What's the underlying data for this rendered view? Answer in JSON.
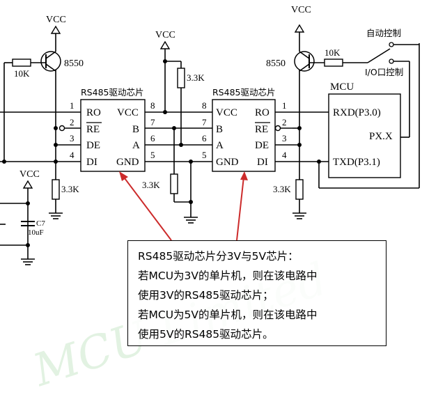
{
  "labels": {
    "vcc": "VCC",
    "transistor": "8550",
    "r10k": "10K",
    "r33k": "3.3K",
    "chip": "RS485驱动芯片",
    "mcu": "MCU",
    "auto": "自动控制",
    "io": "I/O口控制",
    "cap": "C7",
    "capval": "10uF"
  },
  "chip_left": {
    "pins_left": [
      "RO",
      "RE",
      "DE",
      "DI"
    ],
    "pins_right": [
      "VCC",
      "B",
      "A",
      "GND"
    ],
    "pin_nums_left": [
      "1",
      "2",
      "3",
      "4"
    ],
    "pin_nums_right": [
      "8",
      "7",
      "6",
      "5"
    ]
  },
  "chip_right": {
    "pins_left": [
      "VCC",
      "B",
      "A",
      "GND"
    ],
    "pins_right": [
      "RO",
      "RE",
      "DE",
      "DI"
    ],
    "pin_nums_left": [
      "8",
      "7",
      "6",
      "5"
    ],
    "pin_nums_right": [
      "1",
      "2",
      "3",
      "4"
    ]
  },
  "mcu_pins": [
    "RXD(P3.0)",
    "PX.X",
    "TXD(P3.1)"
  ],
  "note": [
    "RS485驱动芯片分3V与5V芯片：",
    "若MCU为3V的单片机，则在该电路中",
    "使用3V的RS485驱动芯片；",
    "若MCU为5V的单片机，则在该电路中",
    "使用5V的RS485驱动芯片。"
  ],
  "watermark": "MCU Limited"
}
